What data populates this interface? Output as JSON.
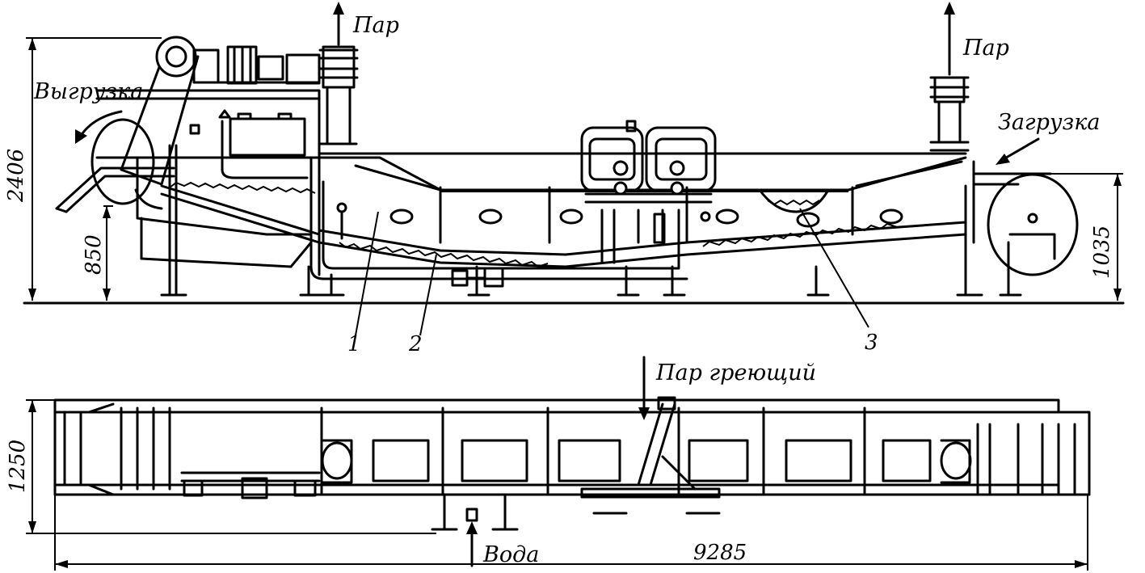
{
  "labels": {
    "steam_out_left": "Пар",
    "steam_out_right": "Пар",
    "unload": "Выгрузка",
    "load": "Загрузка",
    "heating_steam": "Пар греющий",
    "water": "Вода"
  },
  "callouts": [
    "1",
    "2",
    "3"
  ],
  "dimensions": {
    "height_total": "2406",
    "height_unload": "850",
    "height_load": "1035",
    "width_plan": "1250",
    "length_total": "9285"
  }
}
